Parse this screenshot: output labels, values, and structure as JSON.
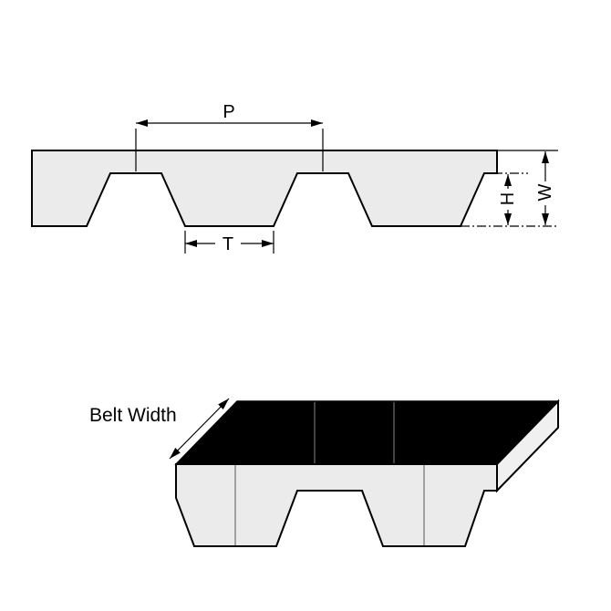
{
  "diagram": {
    "labels": {
      "pitch": "P",
      "tooth_width": "T",
      "tooth_height": "H",
      "belt_thickness": "W",
      "belt_width": "Belt Width"
    },
    "colors": {
      "belt_fill": "#ebebeb",
      "top_face": "#000000",
      "end_face": "#f0f0f0",
      "outline": "#000000"
    }
  }
}
